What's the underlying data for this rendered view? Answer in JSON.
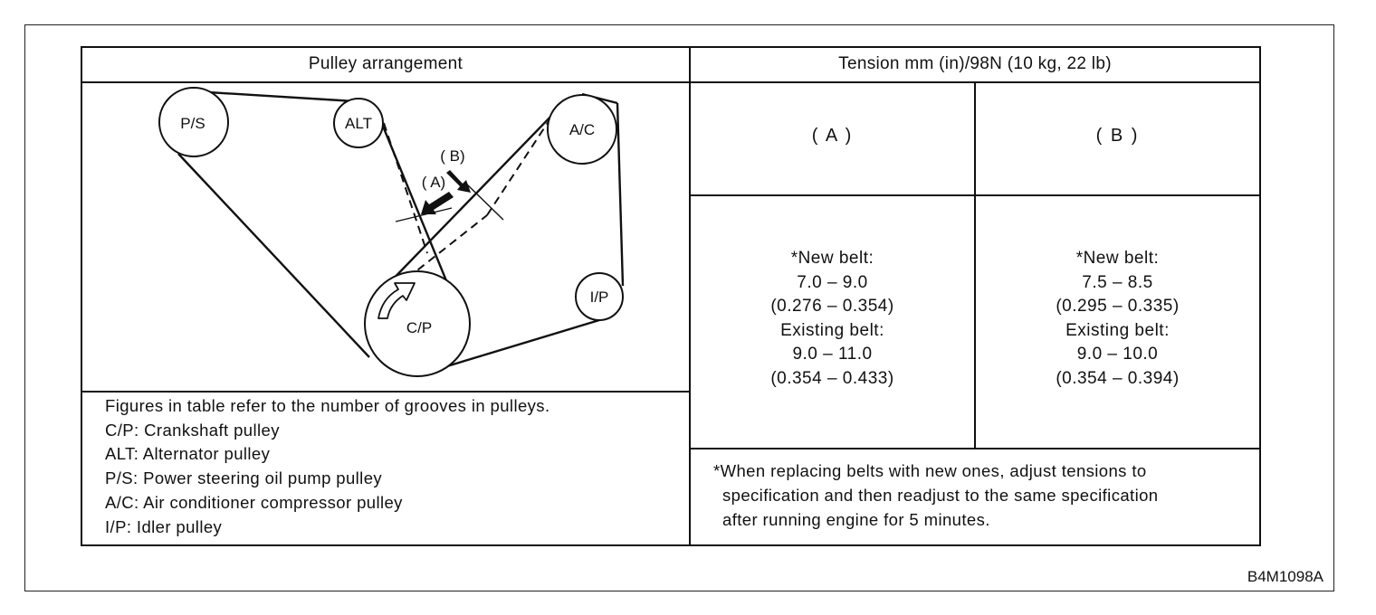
{
  "header": {
    "left": "Pulley arrangement",
    "right": "Tension mm (in)/98N (10 kg, 22 lb)"
  },
  "columns": {
    "a": "( A )",
    "b": "( B )"
  },
  "spec_a": {
    "new_label": "*New belt:",
    "new_range": "7.0  –  9.0",
    "new_range_in": "(0.276  –  0.354)",
    "existing_label": "Existing belt:",
    "existing_range": "9.0  –  11.0",
    "existing_range_in": "(0.354  –  0.433)"
  },
  "spec_b": {
    "new_label": "*New belt:",
    "new_range": "7.5  –  8.5",
    "new_range_in": "(0.295  –  0.335)",
    "existing_label": "Existing belt:",
    "existing_range": "9.0  –  10.0",
    "existing_range_in": "(0.354  –  0.394)"
  },
  "diagram": {
    "ps": "P/S",
    "alt": "ALT",
    "ac": "A/C",
    "ip": "I/P",
    "cp": "C/P",
    "mark_a": "( A)",
    "mark_b": "( B)"
  },
  "legend": [
    "Figures in table refer to the number of grooves in pulleys.",
    "C/P: Crankshaft pulley",
    "ALT: Alternator pulley",
    "P/S: Power steering oil pump pulley",
    "A/C: Air conditioner compressor pulley",
    "I/P: Idler pulley"
  ],
  "note": [
    "*When replacing belts with new ones, adjust tensions to",
    "specification and then readjust to the same specification",
    "after running engine for 5 minutes."
  ],
  "figure_id": "B4M1098A"
}
